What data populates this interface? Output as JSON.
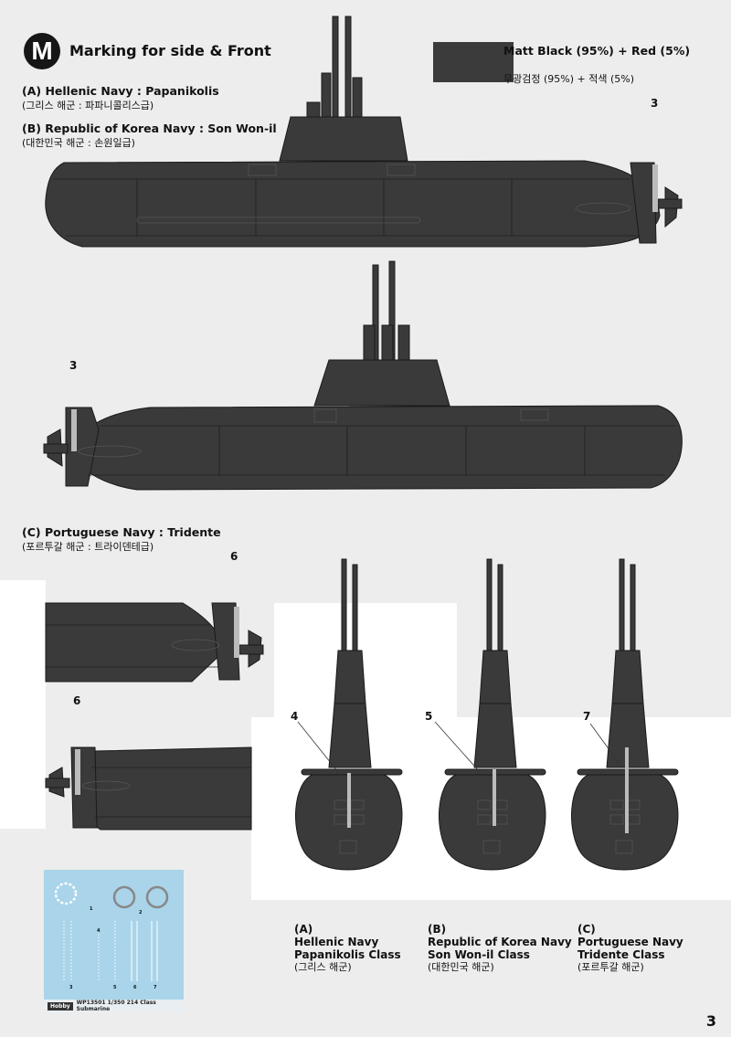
{
  "header": {
    "badge": "M",
    "title": "Marking for side & Front",
    "paint_en": "Matt Black (95%) + Red (5%)",
    "paint_ko": "무광검정 (95%) + 적색 (5%)",
    "swatch_color": "#3b3b3b"
  },
  "sections": {
    "a_en": "(A) Hellenic Navy : Papanikolis",
    "a_ko": "(그리스 해군 : 파파니콜리스급)",
    "b_en": "(B) Republic of Korea Navy : Son Won-il",
    "b_ko": "(대한민국 해군 : 손원일급)",
    "c_en": "(C) Portuguese Navy : Tridente",
    "c_ko": "(포르투갈 해군 : 트라이덴테급)"
  },
  "markers": {
    "m1": "3",
    "m2": "3",
    "m3": "6",
    "m4": "6",
    "m5": "4",
    "m6": "5",
    "m7": "7"
  },
  "captions": [
    {
      "code": "(A)",
      "line1": "Hellenic Navy",
      "line2": "Papanikolis Class",
      "ko": "(그리스 해군)"
    },
    {
      "code": "(B)",
      "line1": "Republic of Korea Navy",
      "line2": "Son Won-il Class",
      "ko": "(대한민국 해군)"
    },
    {
      "code": "(C)",
      "line1": "Portuguese Navy",
      "line2": "Tridente Class",
      "ko": "(포르투갈 해군)"
    }
  ],
  "decal_sheet": {
    "logo": "Hobby",
    "label": "WP13501 1/350 214 Class Submarine",
    "numbers": [
      "1",
      "2",
      "3",
      "4",
      "5",
      "6",
      "7"
    ]
  },
  "page_number": "3"
}
